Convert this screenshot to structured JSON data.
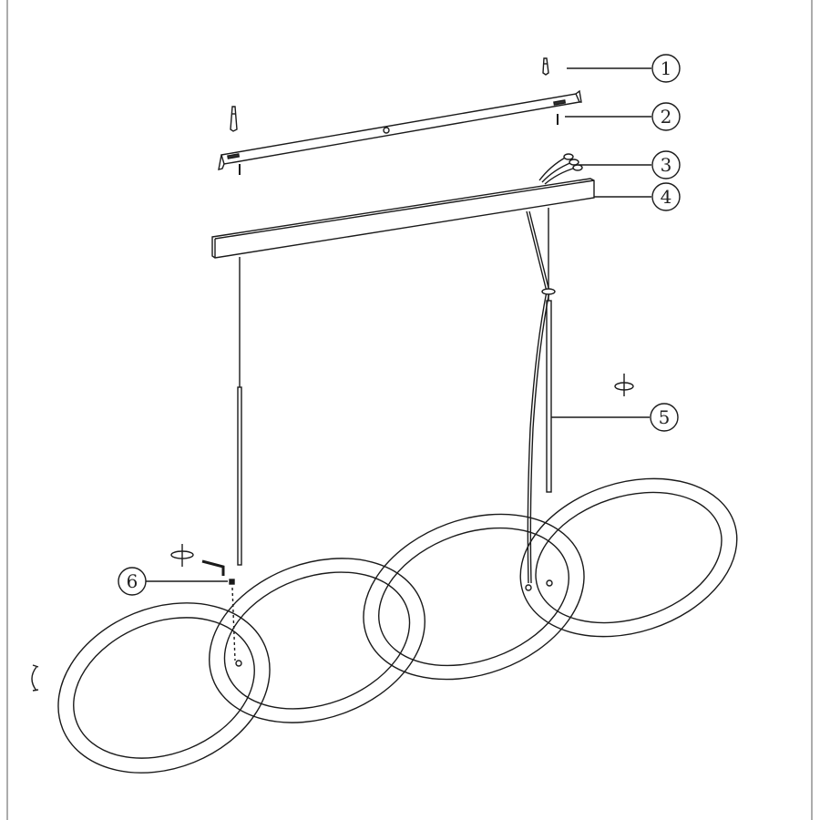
{
  "diagram": {
    "callouts": [
      {
        "number": "1"
      },
      {
        "number": "2"
      },
      {
        "number": "3"
      },
      {
        "number": "4"
      },
      {
        "number": "5"
      },
      {
        "number": "6"
      }
    ],
    "stroke_color": "#1a1a1a"
  }
}
